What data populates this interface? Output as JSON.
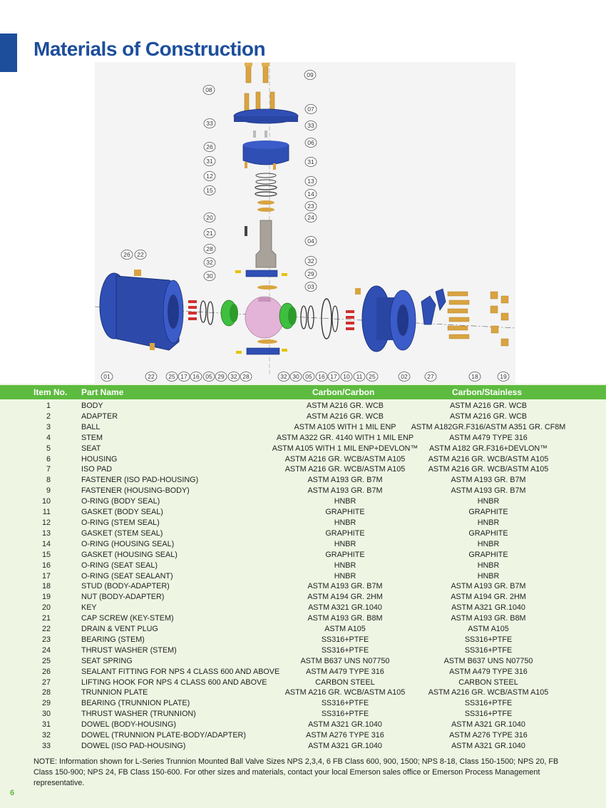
{
  "page": {
    "title": "Materials of Construction",
    "page_number": "6",
    "accent_color": "#1d4e9b",
    "header_color": "#5dbb3f",
    "background_color": "#eef6e3"
  },
  "diagram": {
    "callouts": [
      "09",
      "08",
      "07",
      "33",
      "33",
      "06",
      "26",
      "31",
      "31",
      "12",
      "13",
      "15",
      "14",
      "23",
      "20",
      "24",
      "21",
      "04",
      "28",
      "32",
      "26",
      "22",
      "32",
      "29",
      "30",
      "03",
      "01",
      "22",
      "25",
      "17",
      "16",
      "05",
      "29",
      "32",
      "28",
      "32",
      "30",
      "05",
      "16",
      "17",
      "10",
      "11",
      "25",
      "02",
      "27",
      "18",
      "19"
    ]
  },
  "table": {
    "headers": {
      "item_no": "Item No.",
      "part_name": "Part Name",
      "carbon_carbon": "Carbon/Carbon",
      "carbon_stainless": "Carbon/Stainless"
    },
    "rows": [
      {
        "no": "1",
        "name": "BODY",
        "cc": "ASTM A216 GR. WCB",
        "cs": "ASTM A216 GR. WCB"
      },
      {
        "no": "2",
        "name": "ADAPTER",
        "cc": "ASTM A216 GR. WCB",
        "cs": "ASTM A216 GR. WCB"
      },
      {
        "no": "3",
        "name": "BALL",
        "cc": "ASTM A105 WITH 1 MIL ENP",
        "cs": "ASTM A182GR.F316/ASTM A351 GR. CF8M"
      },
      {
        "no": "4",
        "name": "STEM",
        "cc": "ASTM A322 GR. 4140 WITH 1 MIL ENP",
        "cs": "ASTM A479 TYPE 316"
      },
      {
        "no": "5",
        "name": "SEAT",
        "cc": "ASTM A105 WITH 1 MIL ENP+DEVLON™",
        "cs": "ASTM A182 GR.F316+DEVLON™"
      },
      {
        "no": "6",
        "name": "HOUSING",
        "cc": "ASTM A216 GR. WCB/ASTM A105",
        "cs": "ASTM A216 GR. WCB/ASTM A105"
      },
      {
        "no": "7",
        "name": "ISO PAD",
        "cc": "ASTM A216 GR. WCB/ASTM A105",
        "cs": "ASTM A216 GR. WCB/ASTM A105"
      },
      {
        "no": "8",
        "name": "FASTENER (ISO PAD-HOUSING)",
        "cc": "ASTM A193 GR. B7M",
        "cs": "ASTM A193 GR. B7M"
      },
      {
        "no": "9",
        "name": "FASTENER (HOUSING-BODY)",
        "cc": "ASTM A193 GR. B7M",
        "cs": "ASTM A193 GR. B7M"
      },
      {
        "no": "10",
        "name": "O-RING (BODY SEAL)",
        "cc": "HNBR",
        "cs": "HNBR"
      },
      {
        "no": "11",
        "name": "GASKET (BODY SEAL)",
        "cc": "GRAPHITE",
        "cs": "GRAPHITE"
      },
      {
        "no": "12",
        "name": "O-RING (STEM SEAL)",
        "cc": "HNBR",
        "cs": "HNBR"
      },
      {
        "no": "13",
        "name": "GASKET (STEM SEAL)",
        "cc": "GRAPHITE",
        "cs": "GRAPHITE"
      },
      {
        "no": "14",
        "name": "O-RING (HOUSING SEAL)",
        "cc": "HNBR",
        "cs": "HNBR"
      },
      {
        "no": "15",
        "name": "GASKET (HOUSING SEAL)",
        "cc": "GRAPHITE",
        "cs": "GRAPHITE"
      },
      {
        "no": "16",
        "name": "O-RING (SEAT SEAL)",
        "cc": "HNBR",
        "cs": "HNBR"
      },
      {
        "no": "17",
        "name": "O-RING (SEAT SEALANT)",
        "cc": "HNBR",
        "cs": "HNBR"
      },
      {
        "no": "18",
        "name": "STUD (BODY-ADAPTER)",
        "cc": "ASTM A193 GR. B7M",
        "cs": "ASTM A193 GR. B7M"
      },
      {
        "no": "19",
        "name": "NUT  (BODY-ADAPTER)",
        "cc": "ASTM A194 GR. 2HM",
        "cs": "ASTM A194 GR. 2HM"
      },
      {
        "no": "20",
        "name": "KEY",
        "cc": "ASTM A321 GR.1040",
        "cs": "ASTM A321 GR.1040"
      },
      {
        "no": "21",
        "name": "CAP SCREW (KEY-STEM)",
        "cc": "ASTM A193 GR. B8M",
        "cs": "ASTM A193 GR. B8M"
      },
      {
        "no": "22",
        "name": "DRAIN & VENT PLUG",
        "cc": "ASTM A105",
        "cs": "ASTM A105"
      },
      {
        "no": "23",
        "name": "BEARING (STEM)",
        "cc": "SS316+PTFE",
        "cs": "SS316+PTFE"
      },
      {
        "no": "24",
        "name": "THRUST WASHER (STEM)",
        "cc": "SS316+PTFE",
        "cs": "SS316+PTFE"
      },
      {
        "no": "25",
        "name": "SEAT SPRING",
        "cc": "ASTM B637 UNS N07750",
        "cs": "ASTM B637 UNS N07750"
      },
      {
        "no": "26",
        "name": "SEALANT FITTING FOR NPS 4 CLASS 600 AND ABOVE",
        "cc": "ASTM A479 TYPE 316",
        "cs": "ASTM A479 TYPE 316"
      },
      {
        "no": "27",
        "name": "LIFTING HOOK FOR NPS 4 CLASS 600 AND ABOVE",
        "cc": "CARBON STEEL",
        "cs": "CARBON STEEL"
      },
      {
        "no": "28",
        "name": "TRUNNION PLATE",
        "cc": "ASTM A216 GR. WCB/ASTM A105",
        "cs": "ASTM A216 GR. WCB/ASTM A105"
      },
      {
        "no": "29",
        "name": "BEARING (TRUNNION PLATE)",
        "cc": "SS316+PTFE",
        "cs": "SS316+PTFE"
      },
      {
        "no": "30",
        "name": "THRUST WASHER (TRUNNION)",
        "cc": "SS316+PTFE",
        "cs": "SS316+PTFE"
      },
      {
        "no": "31",
        "name": "DOWEL (BODY-HOUSING)",
        "cc": "ASTM A321 GR.1040",
        "cs": "ASTM A321 GR.1040"
      },
      {
        "no": "32",
        "name": "DOWEL (TRUNNION PLATE-BODY/ADAPTER)",
        "cc": "ASTM A276 TYPE 316",
        "cs": "ASTM A276 TYPE 316"
      },
      {
        "no": "33",
        "name": "DOWEL (ISO PAD-HOUSING)",
        "cc": "ASTM A321 GR.1040",
        "cs": "ASTM A321 GR.1040"
      }
    ]
  },
  "note": "NOTE: Information shown for L-Series Trunnion Mounted Ball Valve  Sizes NPS 2,3,4, 6  FB Class 600, 900, 1500; NPS 8-18, Class 150-1500; NPS 20, FB Class 150-900; NPS 24, FB Class 150-600. For other sizes and materials, contact your local Emerson sales office or Emerson Process Management representative."
}
